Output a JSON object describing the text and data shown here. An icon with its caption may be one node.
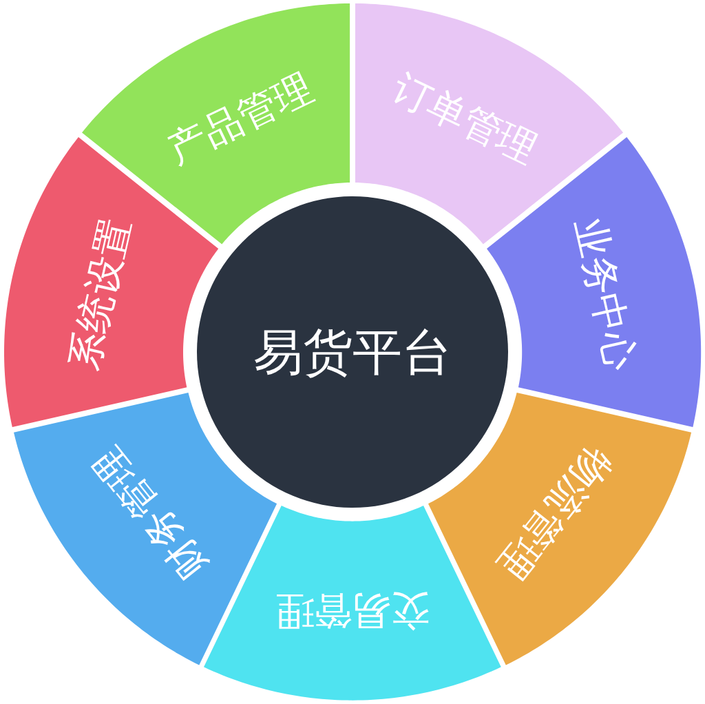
{
  "diagram": {
    "nodes": [
      {
        "text": [
          "易货平台"
        ]
      },
      {
        "text": [
          "订单管理"
        ]
      },
      {
        "text": [
          "业务中心"
        ]
      },
      {
        "text": [
          "物流管理"
        ]
      },
      {
        "text": [
          "交易管理"
        ]
      },
      {
        "text": [
          "财务管理"
        ]
      },
      {
        "text": [
          "系统设置"
        ]
      },
      {
        "text": [
          "产品管理"
        ]
      }
    ]
  }
}
